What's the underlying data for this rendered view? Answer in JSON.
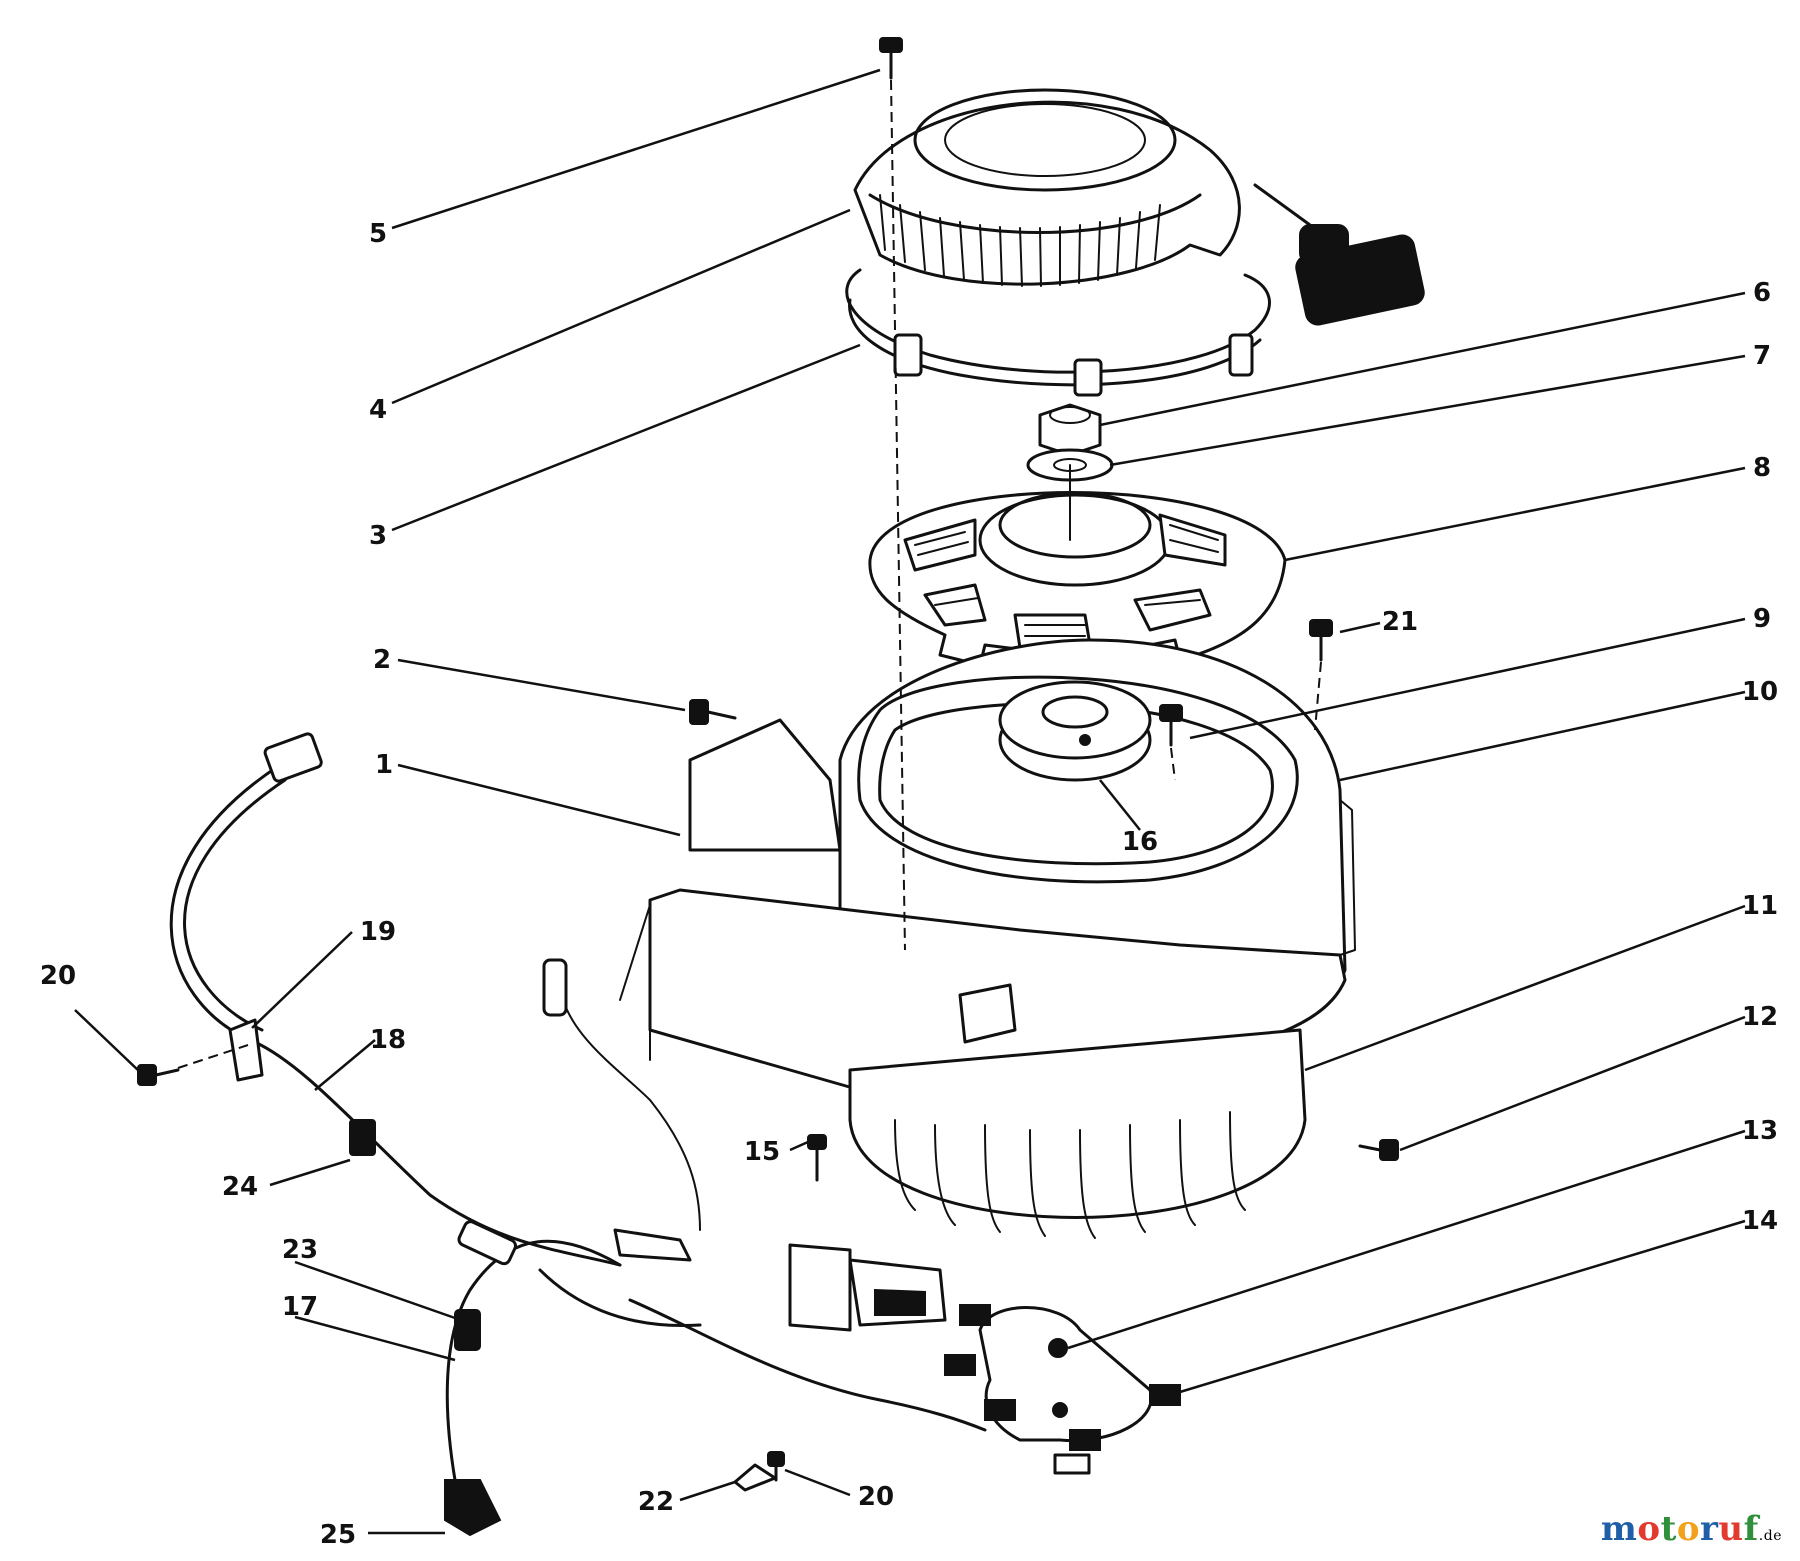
{
  "diagram": {
    "callouts": [
      {
        "id": "c5",
        "label": "5"
      },
      {
        "id": "c4",
        "label": "4"
      },
      {
        "id": "c3",
        "label": "3"
      },
      {
        "id": "c6",
        "label": "6"
      },
      {
        "id": "c7",
        "label": "7"
      },
      {
        "id": "c8",
        "label": "8"
      },
      {
        "id": "c21",
        "label": "21"
      },
      {
        "id": "c9",
        "label": "9"
      },
      {
        "id": "c10",
        "label": "10"
      },
      {
        "id": "c2",
        "label": "2"
      },
      {
        "id": "c1",
        "label": "1"
      },
      {
        "id": "c16",
        "label": "16"
      },
      {
        "id": "c11",
        "label": "11"
      },
      {
        "id": "c19",
        "label": "19"
      },
      {
        "id": "c20a",
        "label": "20"
      },
      {
        "id": "c18",
        "label": "18"
      },
      {
        "id": "c12",
        "label": "12"
      },
      {
        "id": "c24",
        "label": "24"
      },
      {
        "id": "c15",
        "label": "15"
      },
      {
        "id": "c13",
        "label": "13"
      },
      {
        "id": "c14",
        "label": "14"
      },
      {
        "id": "c23",
        "label": "23"
      },
      {
        "id": "c17",
        "label": "17"
      },
      {
        "id": "c22",
        "label": "22"
      },
      {
        "id": "c20b",
        "label": "20"
      },
      {
        "id": "c25",
        "label": "25"
      }
    ]
  },
  "watermark": {
    "parts": [
      {
        "text": "m",
        "color": "#1f5fa8"
      },
      {
        "text": "o",
        "color": "#e23a2f"
      },
      {
        "text": "t",
        "color": "#2f8f3a"
      },
      {
        "text": "o",
        "color": "#f0a21c"
      },
      {
        "text": "r",
        "color": "#1f5fa8"
      },
      {
        "text": "u",
        "color": "#e23a2f"
      },
      {
        "text": "f",
        "color": "#2f8f3a"
      }
    ],
    "suffix": ".de"
  }
}
